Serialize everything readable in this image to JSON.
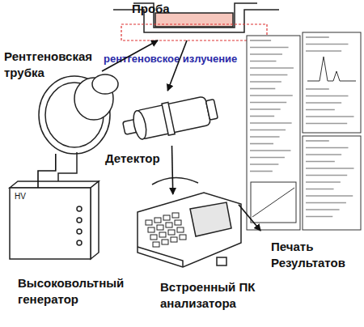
{
  "diagram": {
    "nodes": [
      {
        "text": [
          "Проба"
        ]
      },
      {
        "text": [
          "Рентгеновская трубка"
        ]
      },
      {
        "text": [
          "Детектор"
        ]
      },
      {
        "text": [
          "HV",
          "Высоковольтный генератор"
        ]
      },
      {
        "text": [
          "Встроенный ПК анализатора"
        ]
      },
      {
        "text": [
          "Печать Результатов"
        ]
      }
    ],
    "edges": [
      {
        "from": 1,
        "to": 0,
        "label": "рентгеновское излучение",
        "arrow": "to"
      },
      {
        "from": 0,
        "to": 2,
        "arrow": "to"
      },
      {
        "from": 2,
        "to": 4,
        "arrow": "to"
      },
      {
        "from": 4,
        "to": 5,
        "arrow": "to"
      },
      {
        "from": 3,
        "to": 1,
        "arrow": "none"
      }
    ]
  }
}
